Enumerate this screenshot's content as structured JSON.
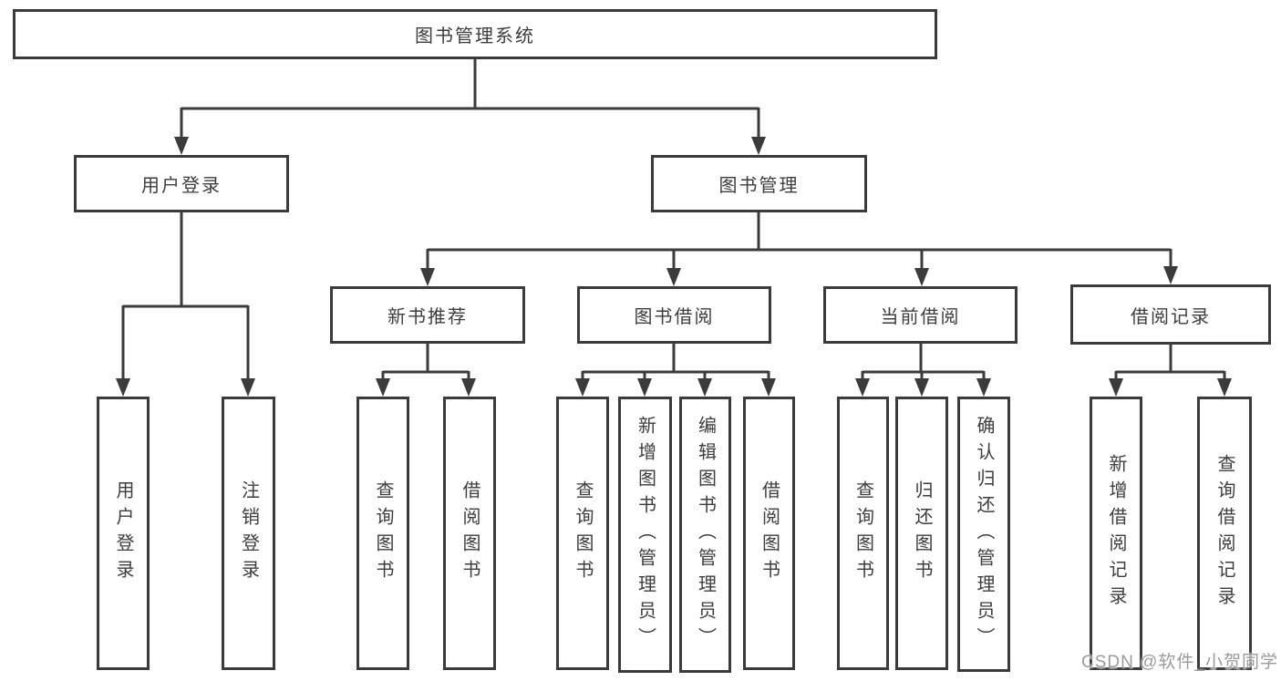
{
  "diagram": {
    "title": "图书管理系统",
    "level2": {
      "user_login": "用户登录",
      "book_mgmt": "图书管理"
    },
    "level3": {
      "new_books": "新书推荐",
      "book_borrow": "图书借阅",
      "current_borrow": "当前借阅",
      "borrow_records": "借阅记录"
    },
    "level4": {
      "under_user_login": [
        "用户登录",
        "注销登录"
      ],
      "under_new_books": [
        "查询图书",
        "借阅图书"
      ],
      "under_book_borrow": [
        "查询图书",
        "新增图书（管理员）",
        "编辑图书（管理员）",
        "借阅图书"
      ],
      "under_current_borrow": [
        "查询图书",
        "归还图书",
        "确认归还（管理员）"
      ],
      "under_borrow_records": [
        "新增借阅记录",
        "查询借阅记录"
      ]
    },
    "colors": {
      "line": "#3b3b3b",
      "text": "#3d3d3d",
      "watermark": "#9b9b9b",
      "background": "#ffffff"
    },
    "watermark": "CSDN @软件_小贺同学"
  }
}
